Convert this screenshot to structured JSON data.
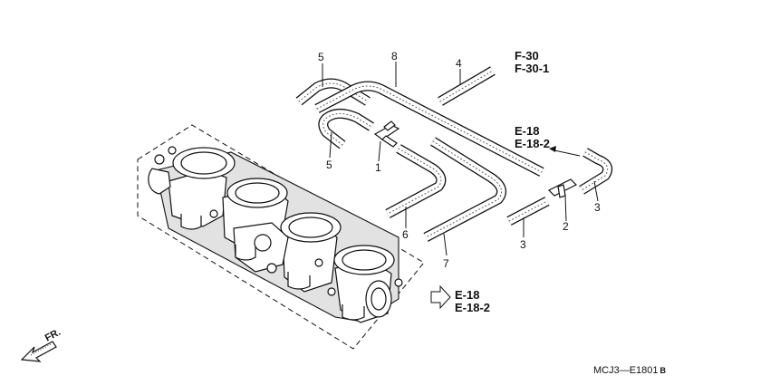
{
  "diagram": {
    "callouts": {
      "c1": "1",
      "c2": "2",
      "c3a": "3",
      "c3b": "3",
      "c4": "4",
      "c5a": "5",
      "c5b": "5",
      "c6": "6",
      "c7": "7",
      "c8": "8"
    },
    "refs": {
      "f_top_1": "F-30",
      "f_top_2": "F-30-1",
      "e_mid_1": "E-18",
      "e_mid_2": "E-18-2",
      "e_bot_1": "E-18",
      "e_bot_2": "E-18-2"
    },
    "front_label": "FR.",
    "diagram_code": "MCJ3—E1801",
    "diagram_code_suffix": "B"
  }
}
